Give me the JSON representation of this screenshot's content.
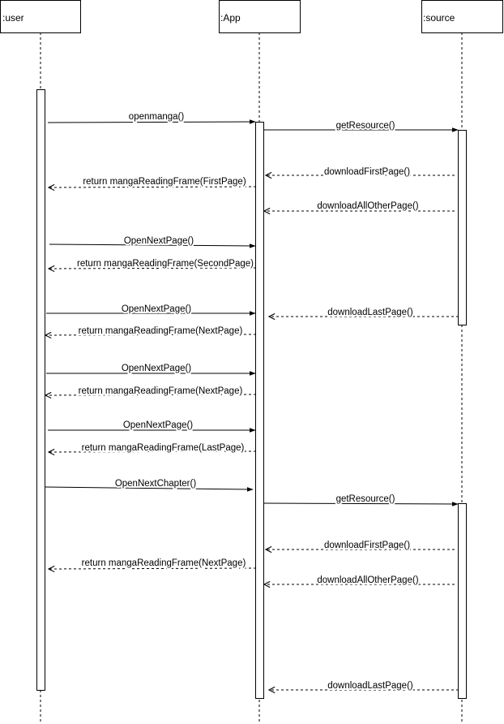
{
  "diagram": {
    "participants": [
      {
        "id": "user",
        "label": ":user"
      },
      {
        "id": "app",
        "label": ":App"
      },
      {
        "id": "source",
        "label": ":source"
      }
    ],
    "messages": [
      {
        "from": "user",
        "to": "app",
        "label": "openmanga()",
        "kind": "call"
      },
      {
        "from": "app",
        "to": "source",
        "label": "getResource()",
        "kind": "call"
      },
      {
        "from": "source",
        "to": "app",
        "label": "downloadFirstPage()",
        "kind": "return"
      },
      {
        "from": "app",
        "to": "user",
        "label": "return mangaReadingFrame(FirstPage)",
        "kind": "return"
      },
      {
        "from": "source",
        "to": "app",
        "label": "downloadAllOtherPage()",
        "kind": "return"
      },
      {
        "from": "user",
        "to": "app",
        "label": "OpenNextPage()",
        "kind": "call"
      },
      {
        "from": "app",
        "to": "user",
        "label": "return mangaReadingFrame(SecondPage)",
        "kind": "return"
      },
      {
        "from": "user",
        "to": "app",
        "label": "OpenNextPage()",
        "kind": "call"
      },
      {
        "from": "source",
        "to": "app",
        "label": "downloadLastPage()",
        "kind": "return"
      },
      {
        "from": "app",
        "to": "user",
        "label": "return mangaReadingFrame(NextPage)",
        "kind": "return"
      },
      {
        "from": "user",
        "to": "app",
        "label": "OpenNextPage()",
        "kind": "call"
      },
      {
        "from": "app",
        "to": "user",
        "label": "return mangaReadingFrame(NextPage)",
        "kind": "return"
      },
      {
        "from": "user",
        "to": "app",
        "label": "OpenNextPage()",
        "kind": "call"
      },
      {
        "from": "app",
        "to": "user",
        "label": "return mangaReadingFrame(LastPage)",
        "kind": "return"
      },
      {
        "from": "user",
        "to": "app",
        "label": "OpenNextChapter()",
        "kind": "call"
      },
      {
        "from": "app",
        "to": "source",
        "label": "getResource()",
        "kind": "call"
      },
      {
        "from": "source",
        "to": "app",
        "label": "downloadFirstPage()",
        "kind": "return"
      },
      {
        "from": "app",
        "to": "user",
        "label": "return mangaReadingFrame(NextPage)",
        "kind": "return"
      },
      {
        "from": "source",
        "to": "app",
        "label": "downloadAllOtherPage()",
        "kind": "return"
      },
      {
        "from": "source",
        "to": "app",
        "label": "downloadLastPage()",
        "kind": "return"
      }
    ]
  }
}
